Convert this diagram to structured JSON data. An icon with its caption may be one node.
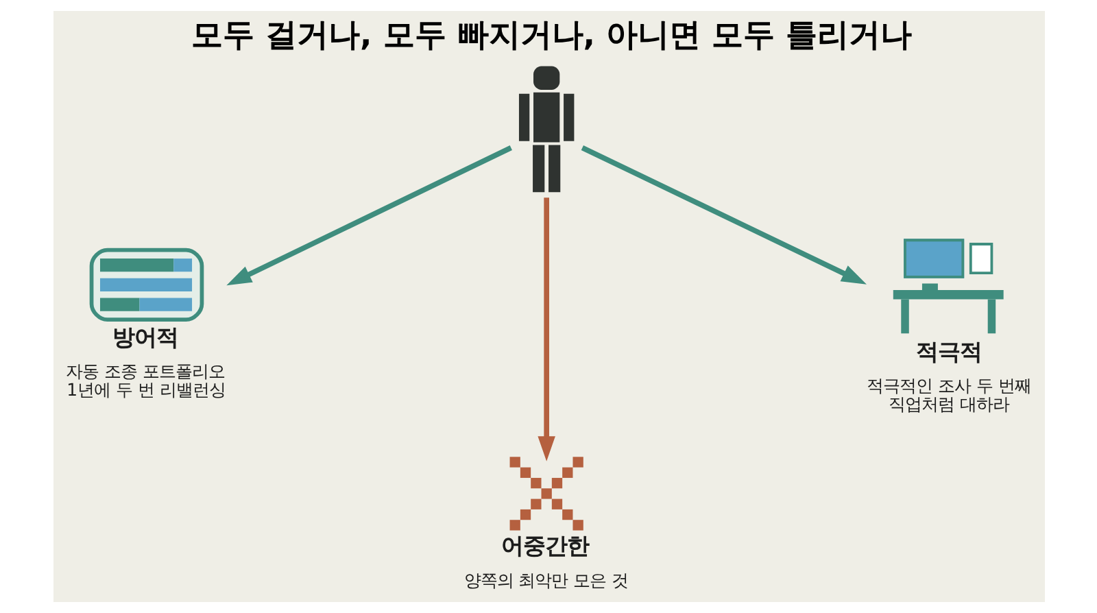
{
  "diagram": {
    "title": "모두 걸거나, 모두 빠지거나, 아니면 모두 틀리거나",
    "nodes": [
      {
        "text": [],
        "shape": "person"
      },
      {
        "text": [
          "방어적",
          "자동 조종 포트폴리오 1년에 두 번 리밸런싱"
        ]
      },
      {
        "text": [
          "어중간한",
          "양쪽의 최악만 모은 것"
        ]
      },
      {
        "text": [
          "적극적",
          "적극적인 조사 두 번째 직업처럼 대하라"
        ]
      }
    ],
    "edges": [
      {
        "from": 0,
        "to": 1,
        "arrow": "to"
      },
      {
        "from": 0,
        "to": 2,
        "arrow": "to",
        "color": "#b5603f"
      },
      {
        "from": 0,
        "to": 3,
        "arrow": "to"
      }
    ]
  }
}
